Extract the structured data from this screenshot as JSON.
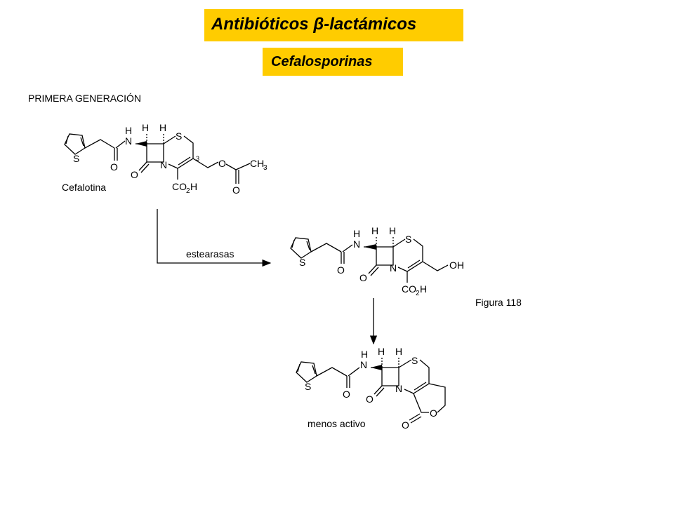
{
  "header": {
    "title": "Antibióticos β-lactámicos",
    "subtitle": "Cefalosporinas"
  },
  "section_label": "PRIMERA GENERACIÓN",
  "figure_label": "Figura 118",
  "reaction": {
    "enzyme_label": "estearasas"
  },
  "molecules": {
    "cefalotina": {
      "name": "Cefalotina",
      "atoms": {
        "N_amide": "N",
        "H_amide": "H",
        "O_amide": "O",
        "S_ring": "S",
        "S_thiophene": "S",
        "H1": "H",
        "H2": "H",
        "N_ring": "N",
        "O_lactam": "O",
        "pos3": "3",
        "O_ester": "O",
        "CH3": "CH",
        "CH3_sub": "3",
        "O_carbonyl": "O",
        "CO2H_a": "CO",
        "CO2H_sub": "2",
        "CO2H_b": "H"
      }
    },
    "desacetil": {
      "atoms": {
        "N_amide": "N",
        "H_amide": "H",
        "O_amide": "O",
        "S_ring": "S",
        "S_thiophene": "S",
        "H1": "H",
        "H2": "H",
        "N_ring": "N",
        "O_lactam": "O",
        "OH": "OH",
        "CO2H_a": "CO",
        "CO2H_sub": "2",
        "CO2H_b": "H"
      }
    },
    "lactona": {
      "name": "menos activo",
      "atoms": {
        "N_amide": "N",
        "H_amide": "H",
        "O_amide": "O",
        "S_ring": "S",
        "S_thiophene": "S",
        "H1": "H",
        "H2": "H",
        "N_ring": "N",
        "O_lactam": "O",
        "O_lactone": "O",
        "O_carbonyl": "O"
      }
    }
  }
}
